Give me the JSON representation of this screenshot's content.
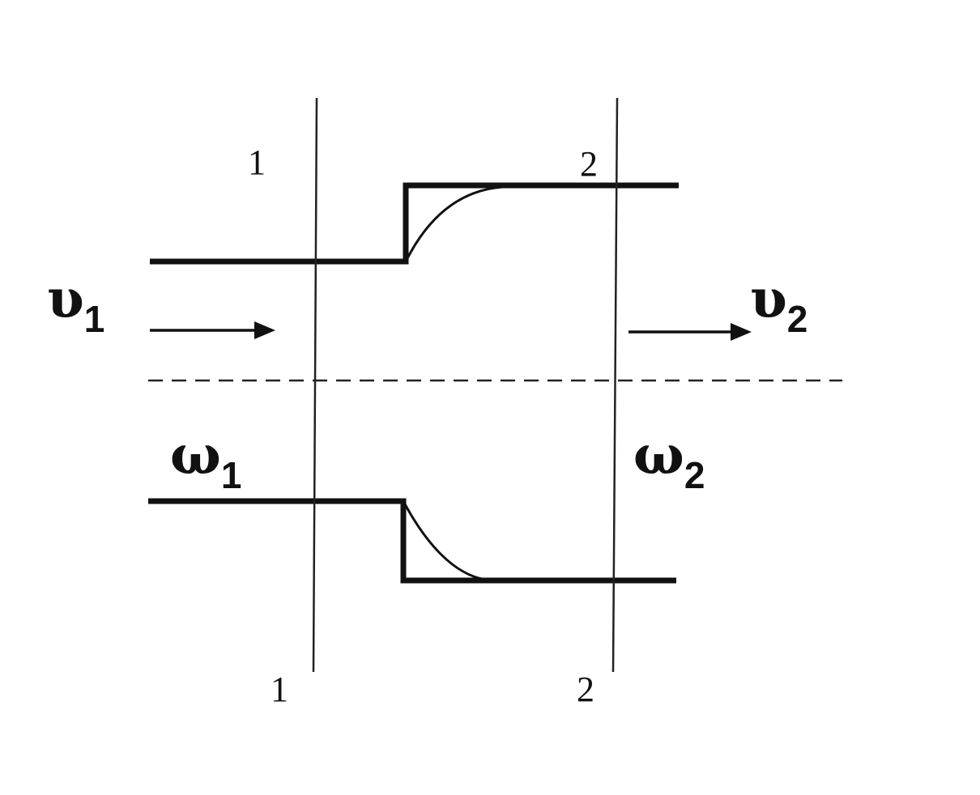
{
  "diagram": {
    "sections": [
      {
        "id": "1",
        "top_label": "1",
        "bottom_label": "1"
      },
      {
        "id": "2",
        "top_label": "2",
        "bottom_label": "2"
      }
    ],
    "velocities": [
      {
        "symbol": "υ",
        "subscript": "1"
      },
      {
        "symbol": "υ",
        "subscript": "2"
      }
    ],
    "areas": [
      {
        "symbol": "ω",
        "subscript": "1"
      },
      {
        "symbol": "ω",
        "subscript": "2"
      }
    ]
  }
}
